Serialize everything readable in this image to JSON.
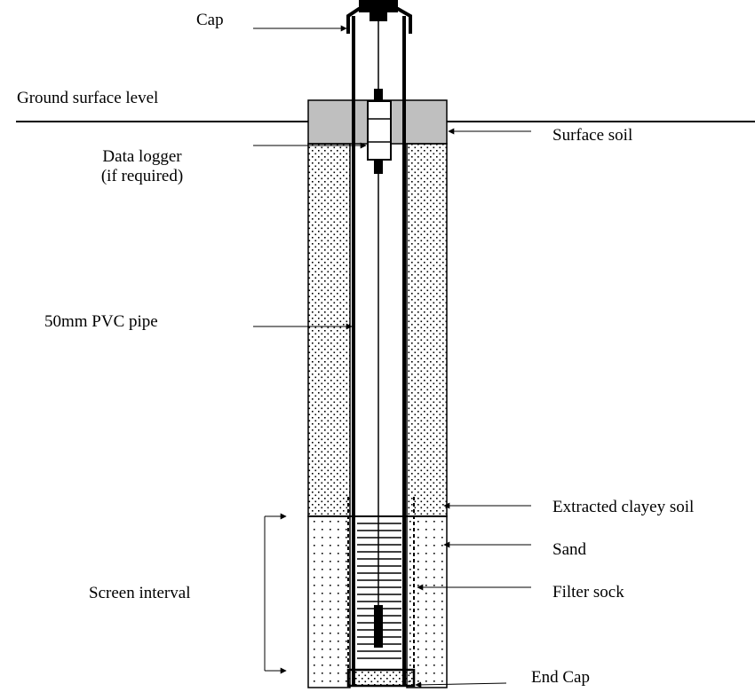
{
  "labels": {
    "cap": "Cap",
    "ground_surface": "Ground surface level",
    "surface_soil": "Surface soil",
    "data_logger_line1": "Data logger",
    "data_logger_line2": "(if required)",
    "pvc_pipe": "50mm PVC pipe",
    "extracted_clayey_soil": "Extracted clayey soil",
    "sand": "Sand",
    "filter_sock": "Filter sock",
    "screen_interval": "Screen interval",
    "end_cap": "End Cap"
  },
  "colors": {
    "surface_soil_fill": "#bfbfbf",
    "line": "#000000"
  }
}
